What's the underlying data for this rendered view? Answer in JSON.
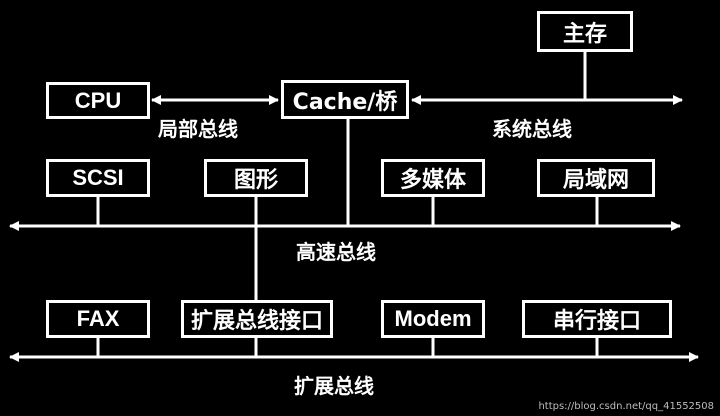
{
  "boxes": {
    "memory": "主存",
    "cpu": "CPU",
    "cache": "Cache/桥",
    "scsi": "SCSI",
    "graphics": "图形",
    "multimedia": "多媒体",
    "lan": "局域网",
    "fax": "FAX",
    "expansion_interface": "扩展总线接口",
    "modem": "Modem",
    "serial": "串行接口"
  },
  "buses": {
    "local": "局部总线",
    "system": "系统总线",
    "high_speed": "高速总线",
    "expansion": "扩展总线"
  },
  "watermark": "https://blog.csdn.net/qq_41552508",
  "colors": {
    "background": "#000000",
    "foreground": "#ffffff"
  }
}
